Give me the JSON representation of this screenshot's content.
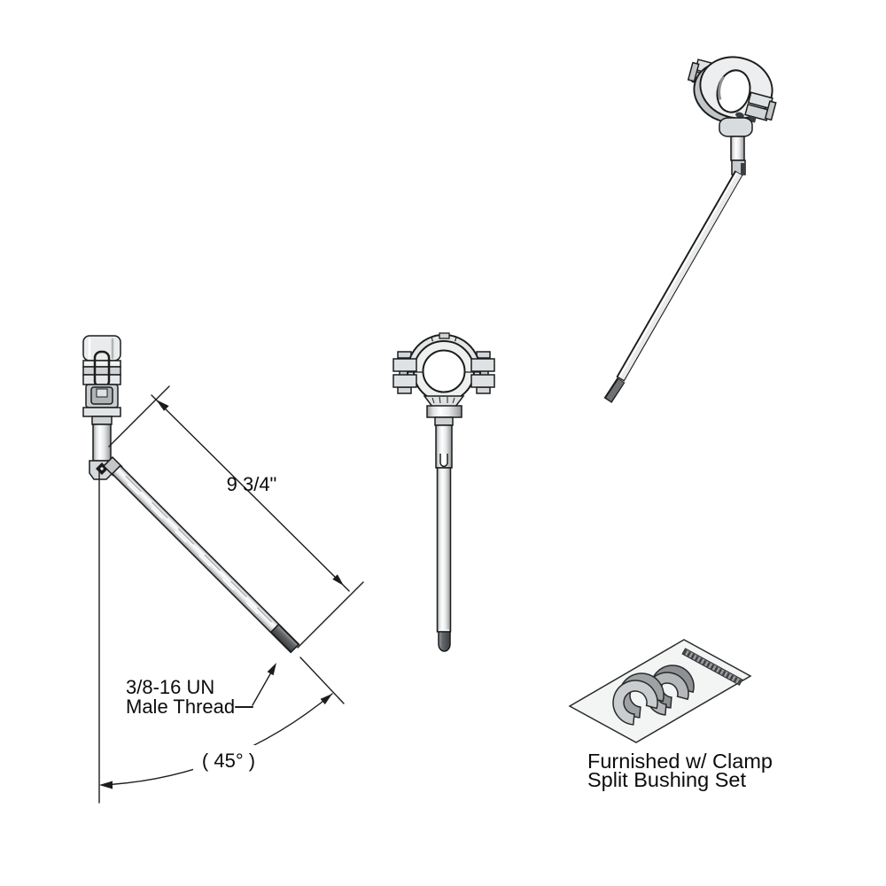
{
  "labels": {
    "length_dimension": "9 3/4\"",
    "thread_line1": "3/8-16 UN",
    "thread_line2": "Male Thread",
    "angle_dimension": "( 45° )",
    "caption_line1": "Furnished w/ Clamp",
    "caption_line2": "Split Bushing Set"
  },
  "colors": {
    "background": "#ffffff",
    "line": "#1c1c1c",
    "metal_light": "#eceeef",
    "metal_mid": "#c9cdd0",
    "metal_dark": "#8d9193",
    "thread_tip_dark": "#3c3f41",
    "bag_fill": "#f3f4f4",
    "bushing_front": "#c9cdd0",
    "bushing_back": "#8d9193"
  }
}
